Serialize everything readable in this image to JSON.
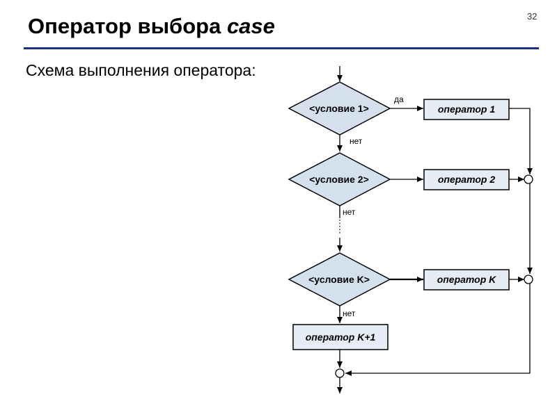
{
  "slide": {
    "title": "Оператор выбора",
    "title_keyword": "case",
    "page_number": "32",
    "subtitle": "Схема выполнения оператора:"
  },
  "diagram": {
    "conditions": [
      "<условие 1>",
      "<условие 2>",
      "<условие K>"
    ],
    "operators": [
      "оператор 1",
      "оператор 2",
      "оператор K"
    ],
    "default_operator": "оператор K+1",
    "yes_label": "да",
    "no_label": "нет"
  },
  "colors": {
    "diamond_fill": "#d5e0ee",
    "box_fill": "#e6ecf5",
    "title_rule": "#1f3080",
    "stroke": "#000000"
  }
}
